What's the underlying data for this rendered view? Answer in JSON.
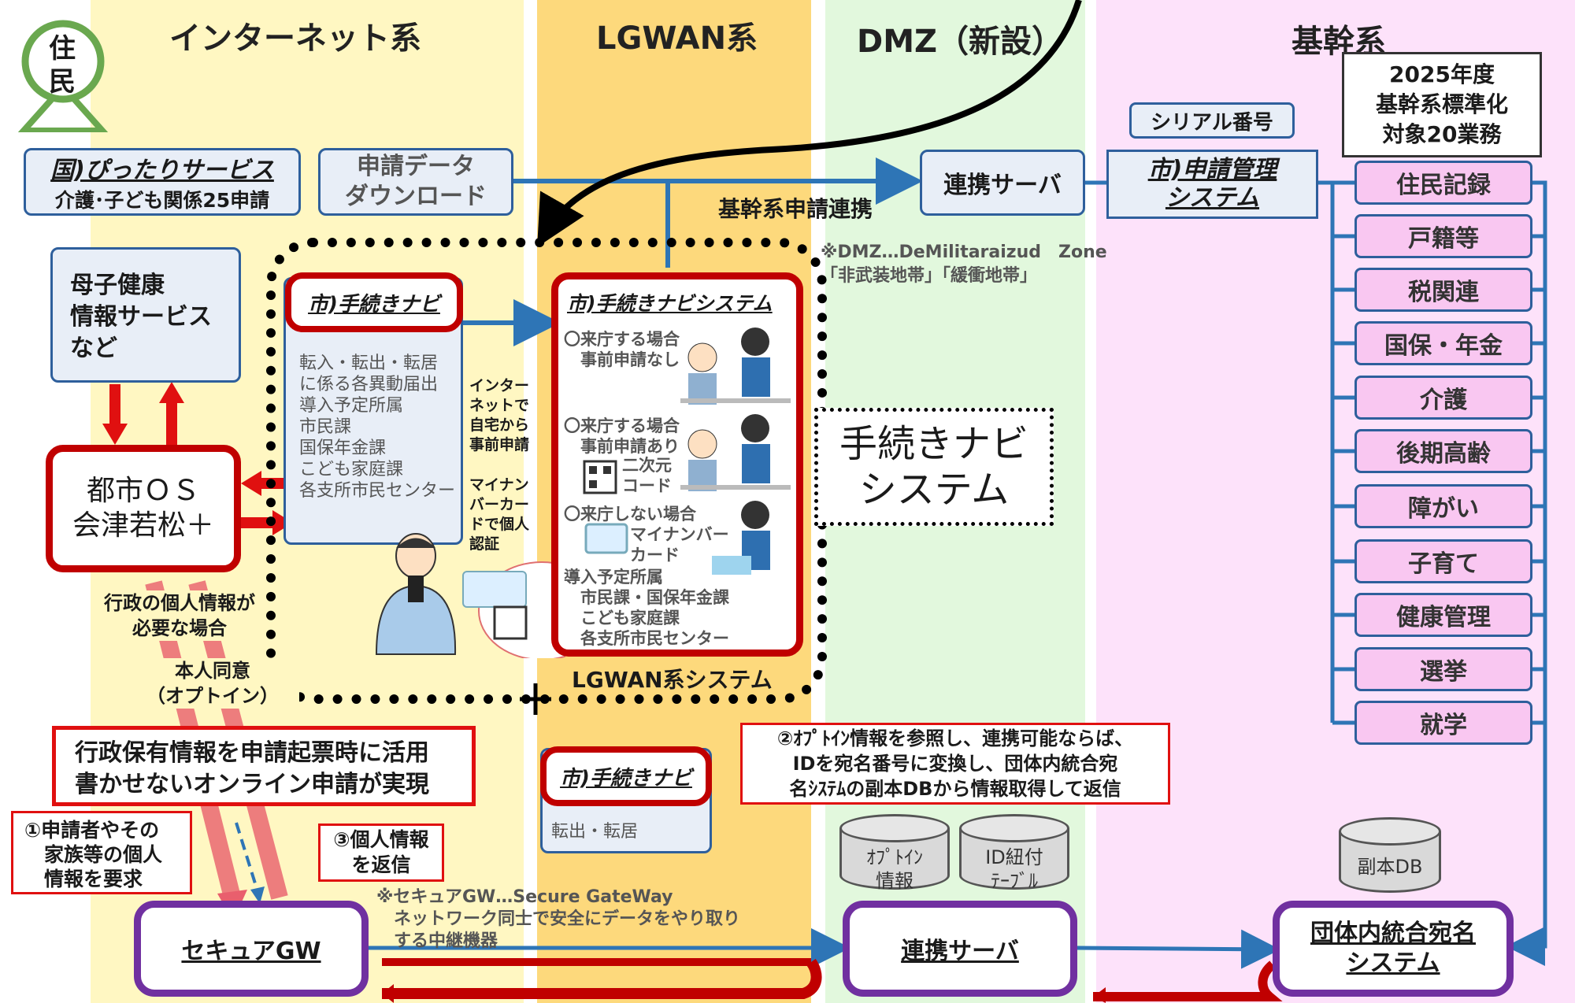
{
  "zones": {
    "internet": "インターネット系",
    "lgwan": "LGWAN系",
    "dmz": "DMZ（新設）",
    "kikan": "基幹系"
  },
  "resident_badge": [
    "住",
    "民"
  ],
  "kuni_service": {
    "title": "国)ぴったりサービス",
    "sub": "介護･子ども関係25申請"
  },
  "download": "申請データ\nダウンロード",
  "kikan_link_label": "基幹系申請連携",
  "renkei_server_top": "連携サーバ",
  "serial_number": "シリアル番号",
  "shinsei_kanri": "市)申請管理\nシステム",
  "standardization_box": "2025年度\n基幹系標準化\n対象20業務",
  "gyomu_items": [
    "住民記録",
    "戸籍等",
    "税関連",
    "国保・年金",
    "介護",
    "後期高齢",
    "障がい",
    "子育て",
    "健康管理",
    "選挙",
    "就学"
  ],
  "dmz_note": "※DMZ…DeMilitaraizud　Zone\n「非武装地帯」「緩衝地帯」",
  "boshi": "母子健康\n情報サービス\nなど",
  "toshi_os": "都市ＯＳ\n会津若松＋",
  "navi_small": {
    "title": "市)手続きナビ",
    "list": "転入・転出・転居\nに係る各異動届出\n導入予定所属\n市民課\n国保年金課\nこども家庭課\n各支所市民センター"
  },
  "internet_note": "インター\nネットで\n自宅から\n事前申請",
  "mynumber_note": "マイナン\nバーカー\nドで個人\n認証",
  "navi_system": {
    "title": "市)手続きナビシステム",
    "case1": "〇来庁する場合\n　事前申請なし",
    "case2": "〇来庁する場合\n　事前申請あり",
    "case2_qr": "二次元\nコード",
    "case3": "〇来庁しない場合",
    "case3_card": "マイナンバー\nカード",
    "depts": "導入予定所属\n　市民課・国保年金課\n　こども家庭課\n　各支所市民センター"
  },
  "navi_big_label": "手続きナビ\nシステム",
  "lgwan_system_label": "LGWAN系システム",
  "gyosei_needed": "行政の個人情報が\n必要な場合",
  "consent": "本人同意\n（オプトイン）",
  "main_callout": "行政保有情報を申請起票時に活用\n書かせないオンライン申請が実現",
  "callout1": "①申請者やその\n　家族等の個人\n　情報を要求",
  "callout3": "③個人情報\nを返信",
  "callout2": "②ｵﾌﾟﾄｲﾝ情報を参照し、連携可能ならば、\nIDを宛名番号に変換し、団体内統合宛\n名ｼｽﾃﾑの副本DBから情報取得して返信",
  "navi_lower": {
    "title": "市)手続きナビ",
    "sub": "転出・転居"
  },
  "db_optin": "ｵﾌﾟﾄｲﾝ\n情報",
  "db_id": "ID紐付\nﾃｰﾌﾞﾙ",
  "db_fukuhon": "副本DB",
  "secure_gw_note": "※セキュアGW…Secure GateWay\n　ネットワーク同士で安全にデータをやり取り\n　する中継機器",
  "secure_gw": "セキュアGW",
  "renkei_server_bottom": "連携サーバ",
  "dantai_atena": "団体内統合宛名\nシステム",
  "colors": {
    "internet_zone": "#fff7c2",
    "lgwan_zone": "#fdd97c",
    "dmz_zone": "#e2f8dd",
    "kikan_zone": "#fde2fa",
    "red": "#c00000",
    "purple": "#7030a0",
    "blue_line": "#2e75b6",
    "pink": "#f9c7f1"
  }
}
